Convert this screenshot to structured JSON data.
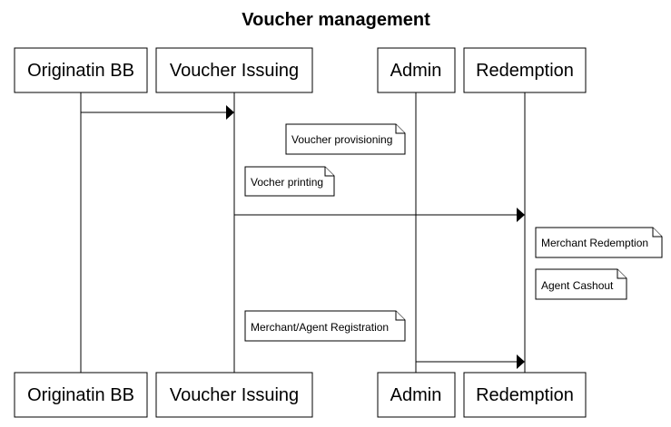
{
  "title": "Voucher management",
  "actors": [
    {
      "id": "originating",
      "label": "Originatin BB"
    },
    {
      "id": "issuing",
      "label": "Voucher Issuing"
    },
    {
      "id": "admin",
      "label": "Admin"
    },
    {
      "id": "redemption",
      "label": "Redemption"
    }
  ],
  "notes": [
    {
      "id": "provisioning",
      "label": "Voucher provisioning"
    },
    {
      "id": "printing",
      "label": "Vocher printing"
    },
    {
      "id": "merchant-redemption",
      "label": "Merchant Redemption"
    },
    {
      "id": "agent-cashout",
      "label": "Agent Cashout"
    },
    {
      "id": "registration",
      "label": "Merchant/Agent Registration"
    }
  ],
  "messages": [
    {
      "from": "Originatin BB",
      "to": "Voucher Issuing"
    },
    {
      "from": "Voucher Issuing",
      "to": "Redemption"
    },
    {
      "from": "Admin",
      "to": "Redemption"
    }
  ]
}
